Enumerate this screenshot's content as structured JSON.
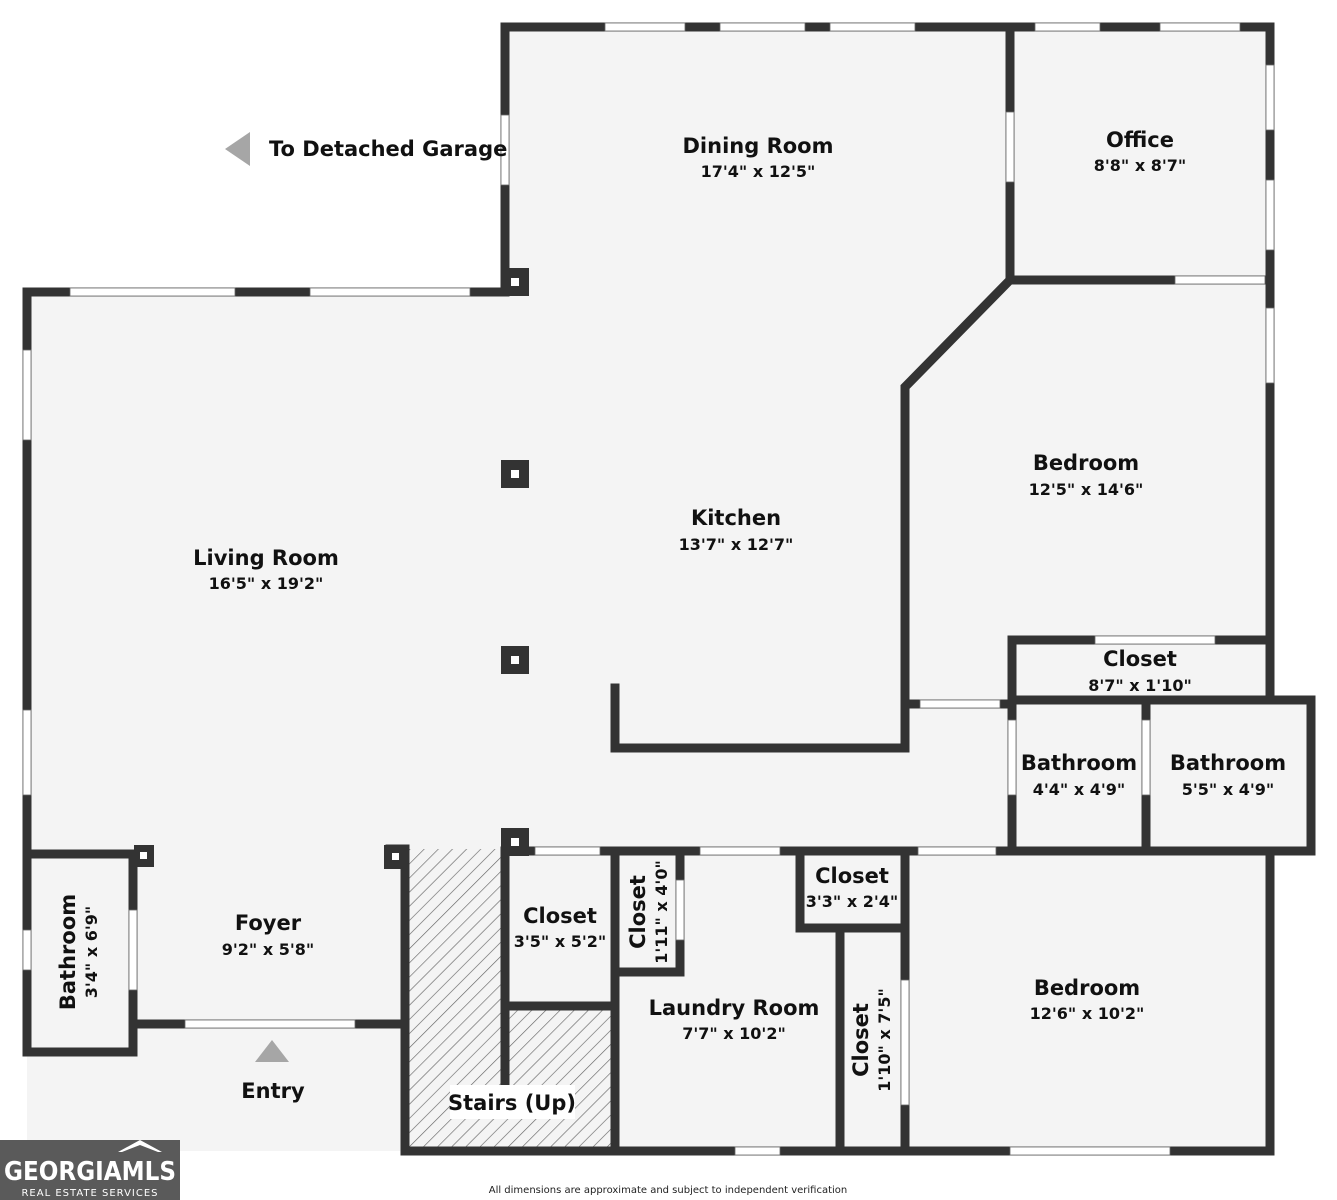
{
  "rooms": {
    "dining": {
      "name": "Dining Room",
      "dim": "17'4\" x 12'5\""
    },
    "office": {
      "name": "Office",
      "dim": "8'8\" x 8'7\""
    },
    "bedroom1": {
      "name": "Bedroom",
      "dim": "12'5\" x 14'6\""
    },
    "kitchen": {
      "name": "Kitchen",
      "dim": "13'7\" x 12'7\""
    },
    "living": {
      "name": "Living Room",
      "dim": "16'5\" x 19'2\""
    },
    "closet_top": {
      "name": "Closet",
      "dim": "8'7\" x 1'10\""
    },
    "bath_a": {
      "name": "Bathroom",
      "dim": "4'4\" x 4'9\""
    },
    "bath_b": {
      "name": "Bathroom",
      "dim": "5'5\" x 4'9\""
    },
    "closet_small": {
      "name": "Closet",
      "dim": "3'3\" x 2'4\""
    },
    "closet_mid": {
      "name": "Closet",
      "dim": "3'5\" x 5'2\""
    },
    "closet_narrow": {
      "name": "Closet",
      "dim": "1'11\" x 4'0\""
    },
    "foyer": {
      "name": "Foyer",
      "dim": "9'2\" x 5'8\""
    },
    "bath_left": {
      "name": "Bathroom",
      "dim": "3'4\" x 6'9\""
    },
    "laundry": {
      "name": "Laundry Room",
      "dim": "7'7\" x 10'2\""
    },
    "closet_tall": {
      "name": "Closet",
      "dim": "1'10\" x 7'5\""
    },
    "bedroom2": {
      "name": "Bedroom",
      "dim": "12'6\" x 10'2\""
    },
    "stairs": {
      "name": "Stairs (Up)"
    }
  },
  "labels": {
    "garage": "To Detached Garage",
    "entry": "Entry"
  },
  "disclaimer": "All dimensions are approximate and subject to independent verification",
  "logo": {
    "brand": "GEORGIAMLS",
    "tagline": "REAL ESTATE SERVICES"
  },
  "colors": {
    "wall": "#333333",
    "floor": "#f4f4f4",
    "arrow": "#a6a6a6",
    "logo_bg": "#5a5a5a"
  }
}
